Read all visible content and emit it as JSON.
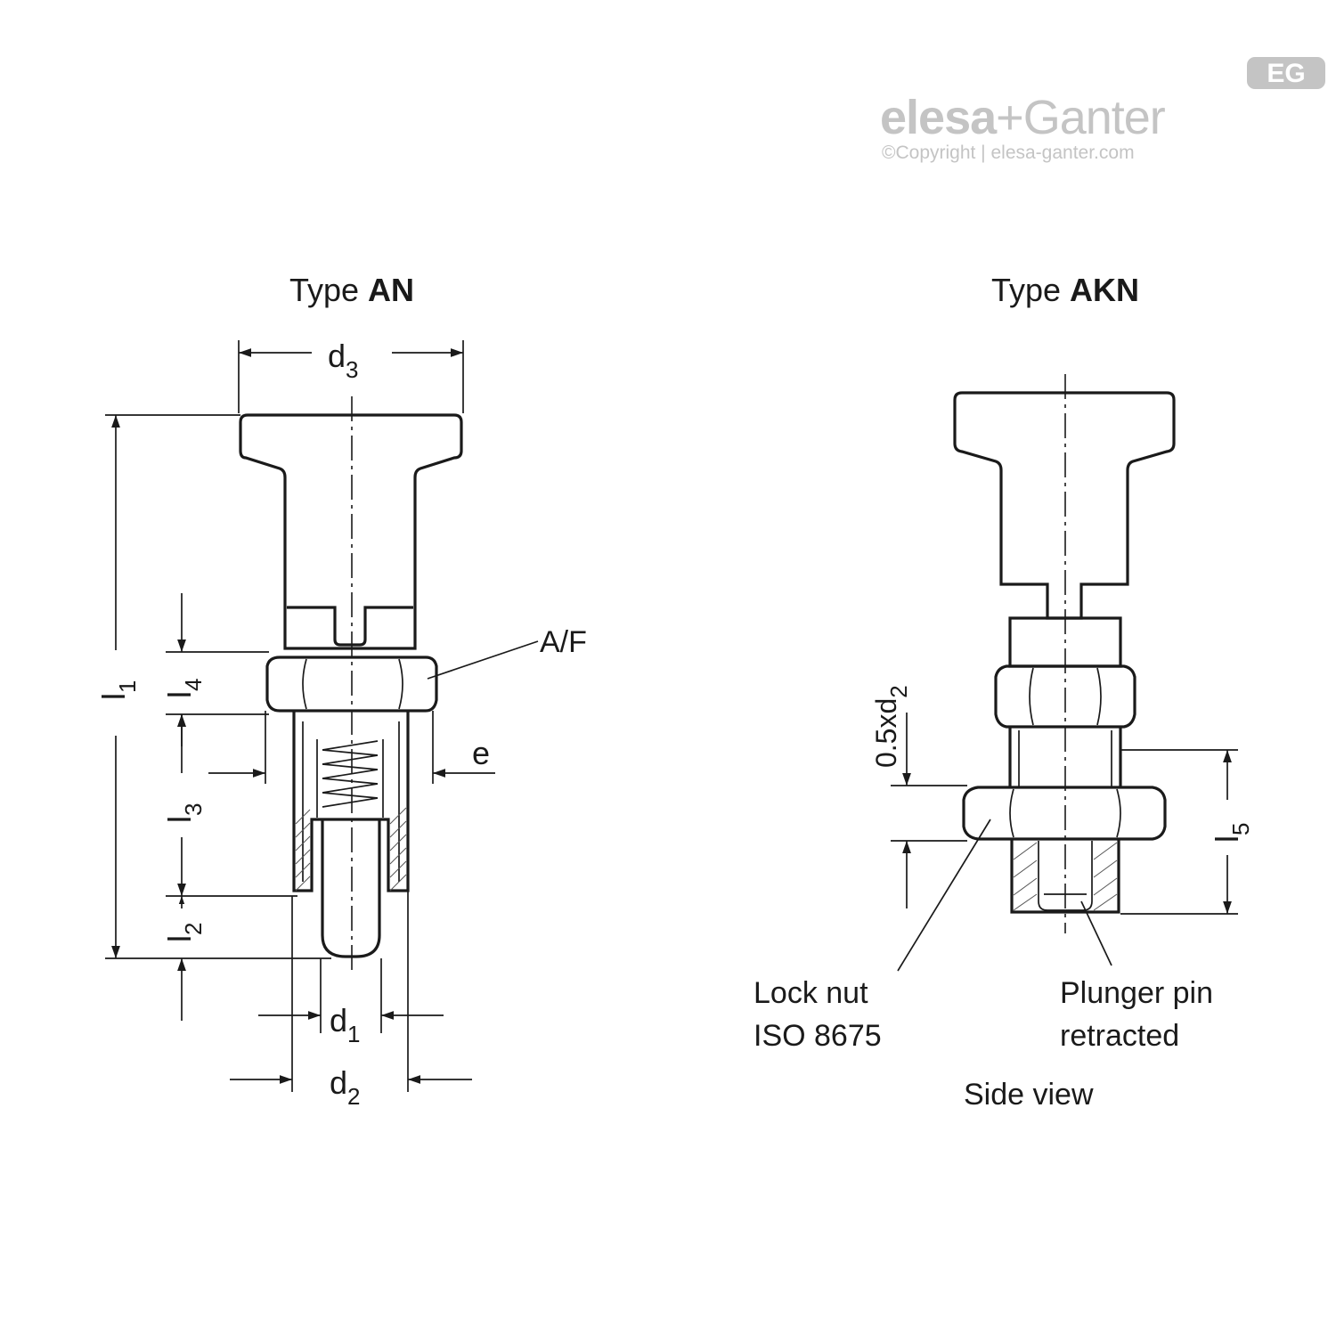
{
  "logo": {
    "brand_a": "elesa",
    "plus": "+",
    "brand_b": "Ganter",
    "copyright": "©Copyright | elesa-ganter.com",
    "badge": "EG"
  },
  "views": {
    "an": {
      "title_prefix": "Type ",
      "title_bold": "AN"
    },
    "akn": {
      "title_prefix": "Type ",
      "title_bold": "AKN"
    }
  },
  "dimensions": {
    "d3": {
      "base": "d",
      "sub": "3"
    },
    "d1": {
      "base": "d",
      "sub": "1"
    },
    "d2": {
      "base": "d",
      "sub": "2"
    },
    "l1": {
      "base": "l",
      "sub": "1"
    },
    "l2": {
      "base": "l",
      "sub": "2"
    },
    "l3": {
      "base": "l",
      "sub": "3"
    },
    "l4": {
      "base": "l",
      "sub": "4"
    },
    "l5": {
      "base": "l",
      "sub": "5"
    },
    "e": "e",
    "af": "A/F",
    "half_d2": {
      "base": "0.5xd",
      "sub": "2"
    }
  },
  "callouts": {
    "lock_nut": [
      "Lock nut",
      "ISO 8675"
    ],
    "plunger": [
      "Plunger pin",
      "retracted"
    ],
    "side_view": "Side view"
  }
}
